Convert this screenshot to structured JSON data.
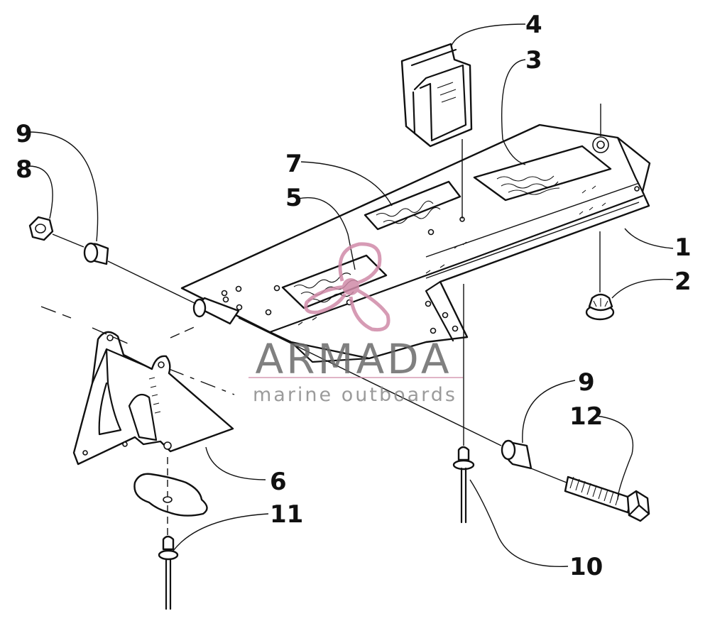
{
  "callouts": {
    "c1": "1",
    "c2": "2",
    "c3": "3",
    "c4": "4",
    "c5": "5",
    "c6": "6",
    "c7": "7",
    "c8": "8",
    "c9a": "9",
    "c9b": "9",
    "c10": "10",
    "c11": "11",
    "c12": "12"
  },
  "watermark": {
    "brand": "ARMADA",
    "tagline": "marine outboards",
    "brand_color": "#6b6b6b",
    "logo_color": "#d08aa8"
  }
}
